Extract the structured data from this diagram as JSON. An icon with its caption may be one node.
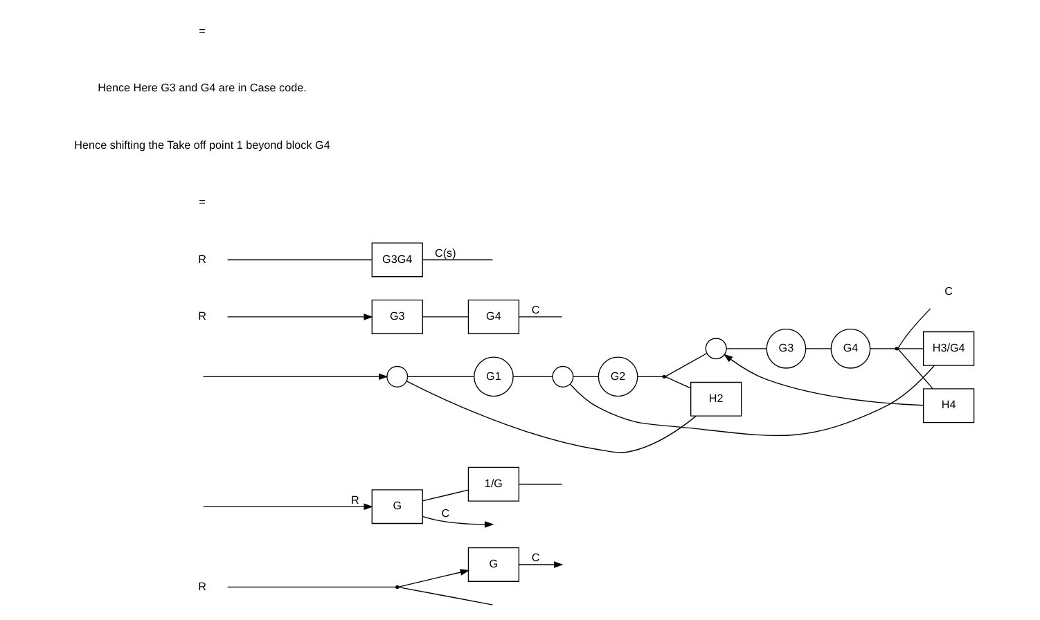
{
  "diagram": {
    "nodes": [
      {
        "text": [
          "R"
        ]
      },
      {
        "text": [],
        "shape": "point"
      },
      {
        "text": [
          "G"
        ]
      },
      {
        "text": [
          "G"
        ]
      },
      {
        "text": [
          "1/G"
        ]
      },
      {
        "text": [],
        "shape": "circle"
      },
      {
        "text": [
          "G1"
        ]
      },
      {
        "text": [],
        "shape": "circle"
      },
      {
        "text": [
          "G2"
        ]
      },
      {
        "text": [],
        "shape": "point"
      },
      {
        "text": [],
        "shape": "circle"
      },
      {
        "text": [
          "G3"
        ]
      },
      {
        "text": [
          "G4"
        ]
      },
      {
        "text": [],
        "shape": "point"
      },
      {
        "text": [
          "C"
        ]
      },
      {
        "text": [
          "H2"
        ]
      },
      {
        "text": [
          "H3/G4"
        ]
      },
      {
        "text": [
          "H4"
        ]
      },
      {
        "text": [
          "R"
        ]
      },
      {
        "text": [
          "G3"
        ]
      },
      {
        "text": [
          "G4"
        ]
      },
      {
        "text": [
          "R"
        ]
      },
      {
        "text": [
          "G3G4"
        ]
      }
    ],
    "edges": [
      {
        "from": 0,
        "to": 1,
        "arrow": "none"
      },
      {
        "from": 1,
        "to": 2,
        "arrow": "to"
      },
      {
        "from": 2,
        "to": null,
        "arrow": "to",
        "label": "C"
      },
      {
        "from": 1,
        "to": null,
        "arrow": "none"
      },
      {
        "from": null,
        "to": 3,
        "arrow": "to",
        "label": "R"
      },
      {
        "from": 3,
        "to": null,
        "arrow": "to",
        "label": "C"
      },
      {
        "from": 3,
        "to": 4,
        "arrow": "none"
      },
      {
        "from": 4,
        "to": null,
        "arrow": "none"
      },
      {
        "from": null,
        "to": 5,
        "arrow": "to"
      },
      {
        "from": 5,
        "to": 6,
        "arrow": "none"
      },
      {
        "from": 6,
        "to": 7,
        "arrow": "none"
      },
      {
        "from": 7,
        "to": 8,
        "arrow": "none"
      },
      {
        "from": 8,
        "to": 9,
        "arrow": "none"
      },
      {
        "from": 9,
        "to": 10,
        "arrow": "none"
      },
      {
        "from": 10,
        "to": 11,
        "arrow": "none"
      },
      {
        "from": 11,
        "to": 12,
        "arrow": "none"
      },
      {
        "from": 12,
        "to": 13,
        "arrow": "none"
      },
      {
        "from": 13,
        "to": 14,
        "arrow": "none"
      },
      {
        "from": 9,
        "to": 15,
        "arrow": "none"
      },
      {
        "from": 15,
        "to": 5,
        "arrow": "none"
      },
      {
        "from": 13,
        "to": 16,
        "arrow": "none"
      },
      {
        "from": 16,
        "to": 7,
        "arrow": "none"
      },
      {
        "from": 13,
        "to": 17,
        "arrow": "none"
      },
      {
        "from": 17,
        "to": 10,
        "arrow": "to"
      },
      {
        "from": 18,
        "to": 19,
        "arrow": "to"
      },
      {
        "from": 19,
        "to": 20,
        "arrow": "none"
      },
      {
        "from": 20,
        "to": null,
        "arrow": "none",
        "label": "C"
      },
      {
        "from": 21,
        "to": 22,
        "arrow": "none"
      },
      {
        "from": 22,
        "to": null,
        "arrow": "none",
        "label": "C(s)"
      }
    ],
    "labels": [
      "=",
      "Hence shifting the Take off point 1 beyond block G4",
      "Hence Here G3 and G4 are in Case code.",
      "="
    ]
  }
}
